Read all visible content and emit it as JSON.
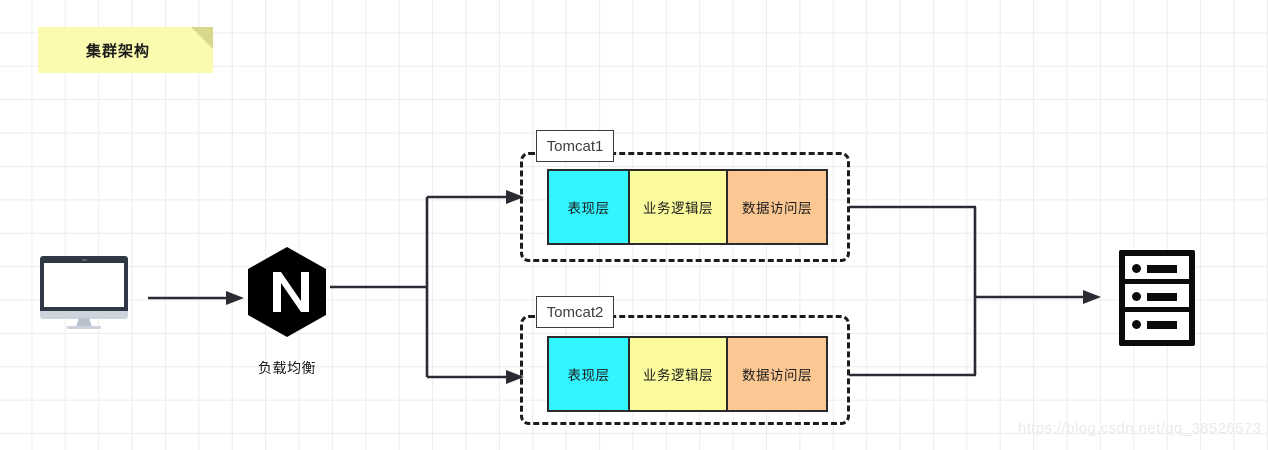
{
  "diagram": {
    "title_note": "集群架构",
    "watermark": "https://blog.csdn.net/qq_38526573",
    "colors": {
      "note_bg": "#fbfbaf",
      "note_fold": "#d9d98b",
      "presentation_layer": "#33f5ff",
      "business_layer": "#fbfb9e",
      "dataaccess_layer": "#fbc894",
      "connector": "#2b2b33",
      "dashed_border": "#1c1c1c",
      "monitor_bezel": "#2f3845",
      "nginx_logo": "#000000",
      "server_icon": "#0b0b0b",
      "grid": "#ececec"
    }
  },
  "client": {
    "icon": "monitor-icon"
  },
  "load_balancer": {
    "icon": "nginx-logo-icon",
    "logo_letter": "N",
    "caption": "负载均衡"
  },
  "tomcat_nodes": [
    {
      "label": "Tomcat1",
      "layers": [
        {
          "name": "表现层",
          "color": "#33f5ff"
        },
        {
          "name": "业务逻辑层",
          "color": "#fbfb9e"
        },
        {
          "name": "数据访问层",
          "color": "#fbc894"
        }
      ]
    },
    {
      "label": "Tomcat2",
      "layers": [
        {
          "name": "表现层",
          "color": "#33f5ff"
        },
        {
          "name": "业务逻辑层",
          "color": "#fbfb9e"
        },
        {
          "name": "数据访问层",
          "color": "#fbc894"
        }
      ]
    }
  ],
  "database": {
    "icon": "server-rack-icon",
    "bays": 3
  },
  "connectors": [
    {
      "name": "client-to-nginx",
      "style": "arrow"
    },
    {
      "name": "nginx-to-tomcat1",
      "style": "elbow-arrow"
    },
    {
      "name": "nginx-to-tomcat2",
      "style": "elbow-arrow"
    },
    {
      "name": "tomcats-to-database",
      "style": "merge-arrow"
    }
  ]
}
